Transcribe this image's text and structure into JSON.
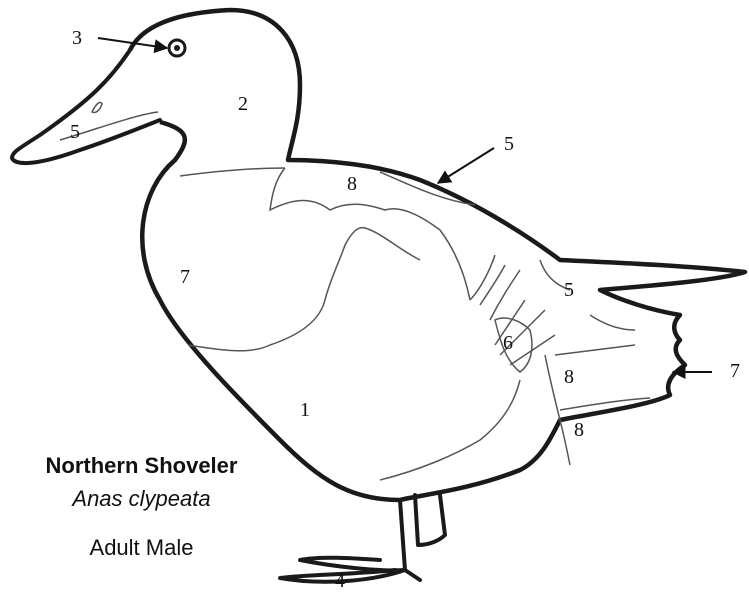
{
  "caption": {
    "common_name": "Northern Shoveler",
    "scientific_name": "Anas clypeata",
    "age_sex": "Adult Male"
  },
  "labels": {
    "eye": "3",
    "head": "2",
    "bill": "5",
    "back_arrow": "5",
    "scapular": "8",
    "breast": "7",
    "flank": "1",
    "rump": "5",
    "wing": "6",
    "undertail_upper": "8",
    "undertail_lower": "8",
    "tail_arrow": "7",
    "feet": "4"
  },
  "colors": {
    "outline": "#1a1a1a",
    "inner_line": "#555555",
    "background": "#ffffff"
  }
}
